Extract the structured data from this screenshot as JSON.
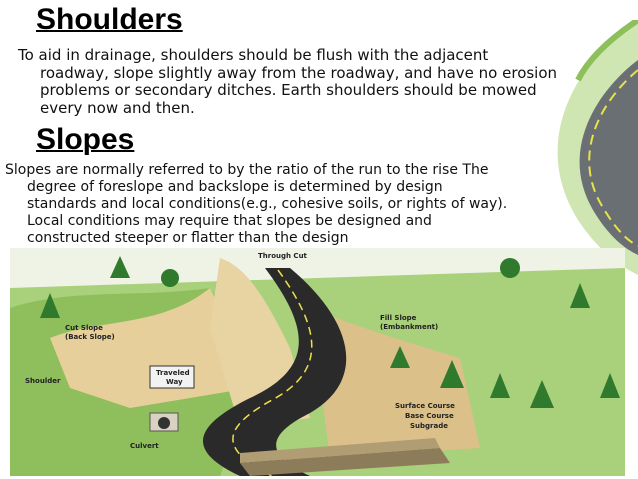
{
  "shoulders": {
    "title": "Shoulders",
    "line1": "To aid in drainage, shoulders should be flush with the adjacent",
    "line2": "roadway, slope slightly away from the roadway, and have no erosion",
    "line3": "problems or secondary ditches. Earth shoulders should be mowed",
    "line4": "every now and then."
  },
  "slopes": {
    "title": "Slopes",
    "line1": "Slopes are normally referred to by the ratio of the run to the rise The",
    "line2": "degree of foreslope and backslope is determined by design",
    "line3": "standards and local conditions(e.g., cohesive soils, or rights of way).",
    "line4": "Local conditions may require that slopes be designed and",
    "line5": "constructed steeper or flatter than the design"
  },
  "diagram": {
    "through_cut": "Through Cut",
    "fill_slope": "Fill Slope",
    "fill_slope_sub": "(Embankment)",
    "cut_slope": "Cut Slope",
    "cut_slope_sub": "(Back Slope)",
    "shoulder": "Shoulder",
    "traveled_way_1": "Traveled",
    "traveled_way_2": "Way",
    "surface_course": "Surface Course",
    "base_course": "Base Course",
    "subgrade": "Subgrade",
    "culvert": "Culvert"
  }
}
